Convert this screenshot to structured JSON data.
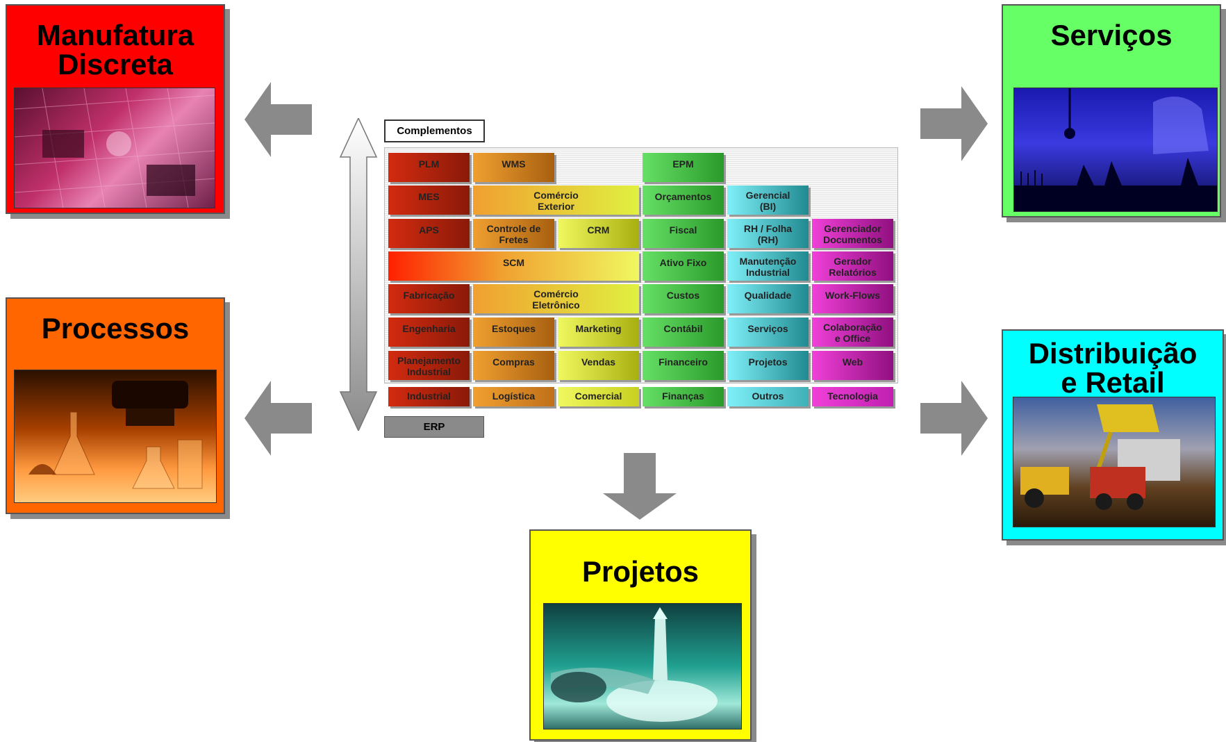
{
  "segments": {
    "manufatura": "Manufatura\nDiscreta",
    "servicos": "Serviços",
    "processos": "Processos",
    "distribuicao": "Distribuição\ne Retail",
    "projetos": "Projetos"
  },
  "labels": {
    "complementos": "Complementos",
    "erp": "ERP"
  },
  "modules": {
    "plm": "PLM",
    "wms": "WMS",
    "epm": "EPM",
    "mes": "MES",
    "comercio_exterior": "Comércio\nExterior",
    "orcamentos": "Orçamentos",
    "gerencial_bi": "Gerencial\n(BI)",
    "aps": "APS",
    "controle_fretes": "Controle de\nFretes",
    "crm": "CRM",
    "fiscal": "Fiscal",
    "rh_folha": "RH / Folha\n(RH)",
    "gerenciador_documentos": "Gerenciador\nDocumentos",
    "scm": "SCM",
    "ativo_fixo": "Ativo Fixo",
    "manutencao_industrial": "Manutenção\nIndustrial",
    "gerador_relatorios": "Gerador\nRelatórios",
    "fabricacao": "Fabricação",
    "comercio_eletronico": "Comércio\nEletrônico",
    "custos": "Custos",
    "qualidade": "Qualidade",
    "work_flows": "Work-Flows",
    "engenharia": "Engenharia",
    "estoques": "Estoques",
    "marketing": "Marketing",
    "contabil": "Contábil",
    "servicos_mod": "Serviços",
    "colaboracao_office": "Colaboração\ne Office",
    "planejamento_industrial": "Planejamento\nIndustrial",
    "compras": "Compras",
    "vendas": "Vendas",
    "financeiro": "Financeiro",
    "projetos_mod": "Projetos",
    "web": "Web"
  },
  "categories": {
    "industrial": "Industrial",
    "logistica": "Logística",
    "comercial": "Comercial",
    "financas": "Finanças",
    "outros": "Outros",
    "tecnologia": "Tecnologia"
  },
  "colors": {
    "manufatura_bg": "#ff0000",
    "servicos_bg": "#66ff66",
    "processos_bg": "#ff6600",
    "distribuicao_bg": "#00ffff",
    "projetos_bg": "#ffff00",
    "industrial": "#d22b10",
    "logistica": "#f0a030",
    "comercial": "#e0f040",
    "financas": "#55d855",
    "outros": "#66dde6",
    "tecnologia": "#e23bc8",
    "arrow": "#8a8a8a"
  }
}
